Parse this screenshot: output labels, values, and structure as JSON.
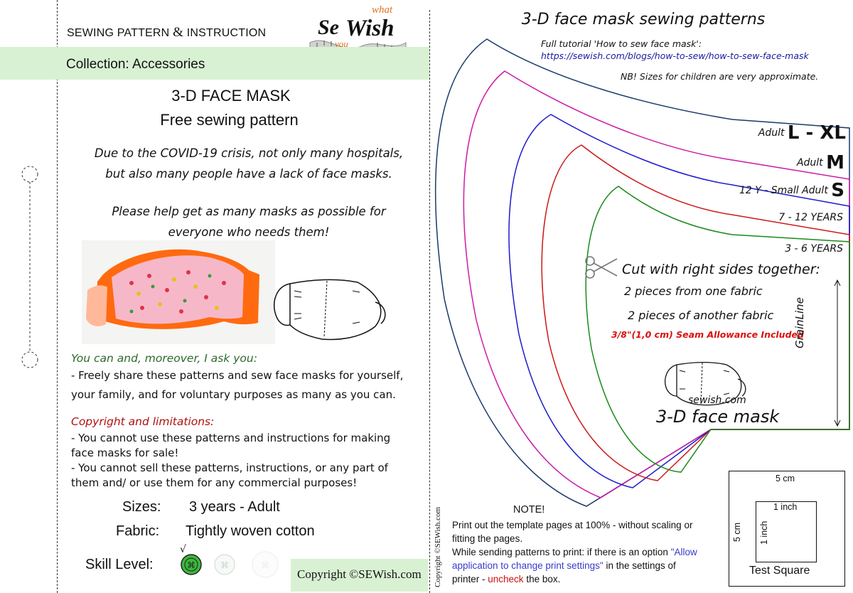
{
  "header": {
    "title_part1": "SEWING PATTERN",
    "amp": "&",
    "title_part2": "INSTRUCTION",
    "logo_se": "Se",
    "logo_wish": "Wish",
    "logo_what": "what",
    "logo_you": "you"
  },
  "collection": "Collection: Accessories",
  "title_line1": "3-D FACE MASK",
  "title_line2": "Free sewing pattern",
  "intro": {
    "line1": "Due to the COVID-19 crisis, not only many hospitals,",
    "line2": "but also many people have a lack of face masks.",
    "line3": "Please help get as many masks as possible for",
    "line4": "everyone who needs them!"
  },
  "share": {
    "heading": "You can and, moreover, I ask you:",
    "line1": "- Freely share these patterns and sew face masks for yourself,",
    "line2": "your family, and for voluntary purposes as many as you can."
  },
  "copyright_limits": {
    "heading": "Copyright and limitations:",
    "line1": "- You cannot use these patterns and instructions for making",
    "line2": "face masks for sale!",
    "line3": "- You cannot sell these patterns, instructions, or any part of",
    "line4": "them and/ or use them for any commercial purposes!"
  },
  "specs": {
    "sizes_label": "Sizes:",
    "sizes_value": "3 years - Adult",
    "fabric_label": "Fabric:",
    "fabric_value": "Tightly woven cotton",
    "skill_label": "Skill Level:",
    "skill_check": "√"
  },
  "copyright_box": "Copyright ©SEWish.com",
  "right": {
    "title": "3-D face mask sewing patterns",
    "tutorial_label": "Full tutorial 'How to sew face mask':",
    "tutorial_url": "https://sewish.com/blogs/how-to-sew/how-to-sew-face-mask",
    "nb": "NB! Sizes for children are very approximate.",
    "sizes": [
      {
        "prefix": "Adult",
        "big": "L - XL",
        "color": "#1b3a6b"
      },
      {
        "prefix": "Adult",
        "big": "M",
        "color": "#cc1aa8"
      },
      {
        "prefix": "12 Y - Small Adult",
        "big": "S",
        "color": "#1a1acc"
      },
      {
        "prefix": "7 - 12 YEARS",
        "big": "",
        "color": "#cc1a1a"
      },
      {
        "prefix": "3 - 6 YEARS",
        "big": "",
        "color": "#1a8a1a"
      }
    ],
    "cut_title": "Cut with right sides together:",
    "cut_line1": "2 pieces from one fabric",
    "cut_line2": "2 pieces of another fabric",
    "seam": "3/8\"(1,0 cm) Seam Allowance Included",
    "grainline": "GrainLine",
    "site": "sewish.com",
    "mask_label": "3-D face mask",
    "vertical_copyright": "Copyright ©SEWish.com",
    "note_title": "NOTE!",
    "note_line1": "Print out the template pages at 100% - without scaling or",
    "note_line2": "fitting the pages.",
    "note_line3a": "While sending patterns to print: if there is an option ",
    "note_line3b": "\"Allow",
    "note_line4a": "application to change  print settings\"",
    "note_line4b": " in the settings of",
    "note_line5a": "printer  - ",
    "note_line5b": "uncheck",
    "note_line5c": " the box.",
    "test_top": "5 cm",
    "test_side": "5 cm",
    "test_inch_top": "1 inch",
    "test_inch_side": "1 inch",
    "test_label": "Test Square"
  }
}
